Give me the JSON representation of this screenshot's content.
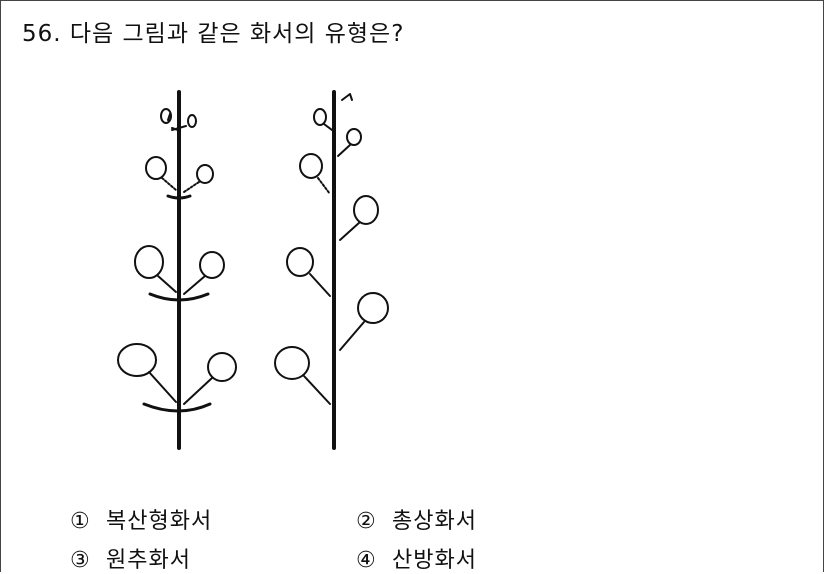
{
  "question": {
    "number": "56.",
    "text": "다음 그림과 같은 화서의 유형은?"
  },
  "figure": {
    "subject": "두 가지 꽃차례 그림"
  },
  "choices": [
    {
      "marker": "①",
      "label": "복산형화서"
    },
    {
      "marker": "②",
      "label": "총상화서"
    },
    {
      "marker": "③",
      "label": "원추화서"
    },
    {
      "marker": "④",
      "label": "산방화서"
    }
  ]
}
